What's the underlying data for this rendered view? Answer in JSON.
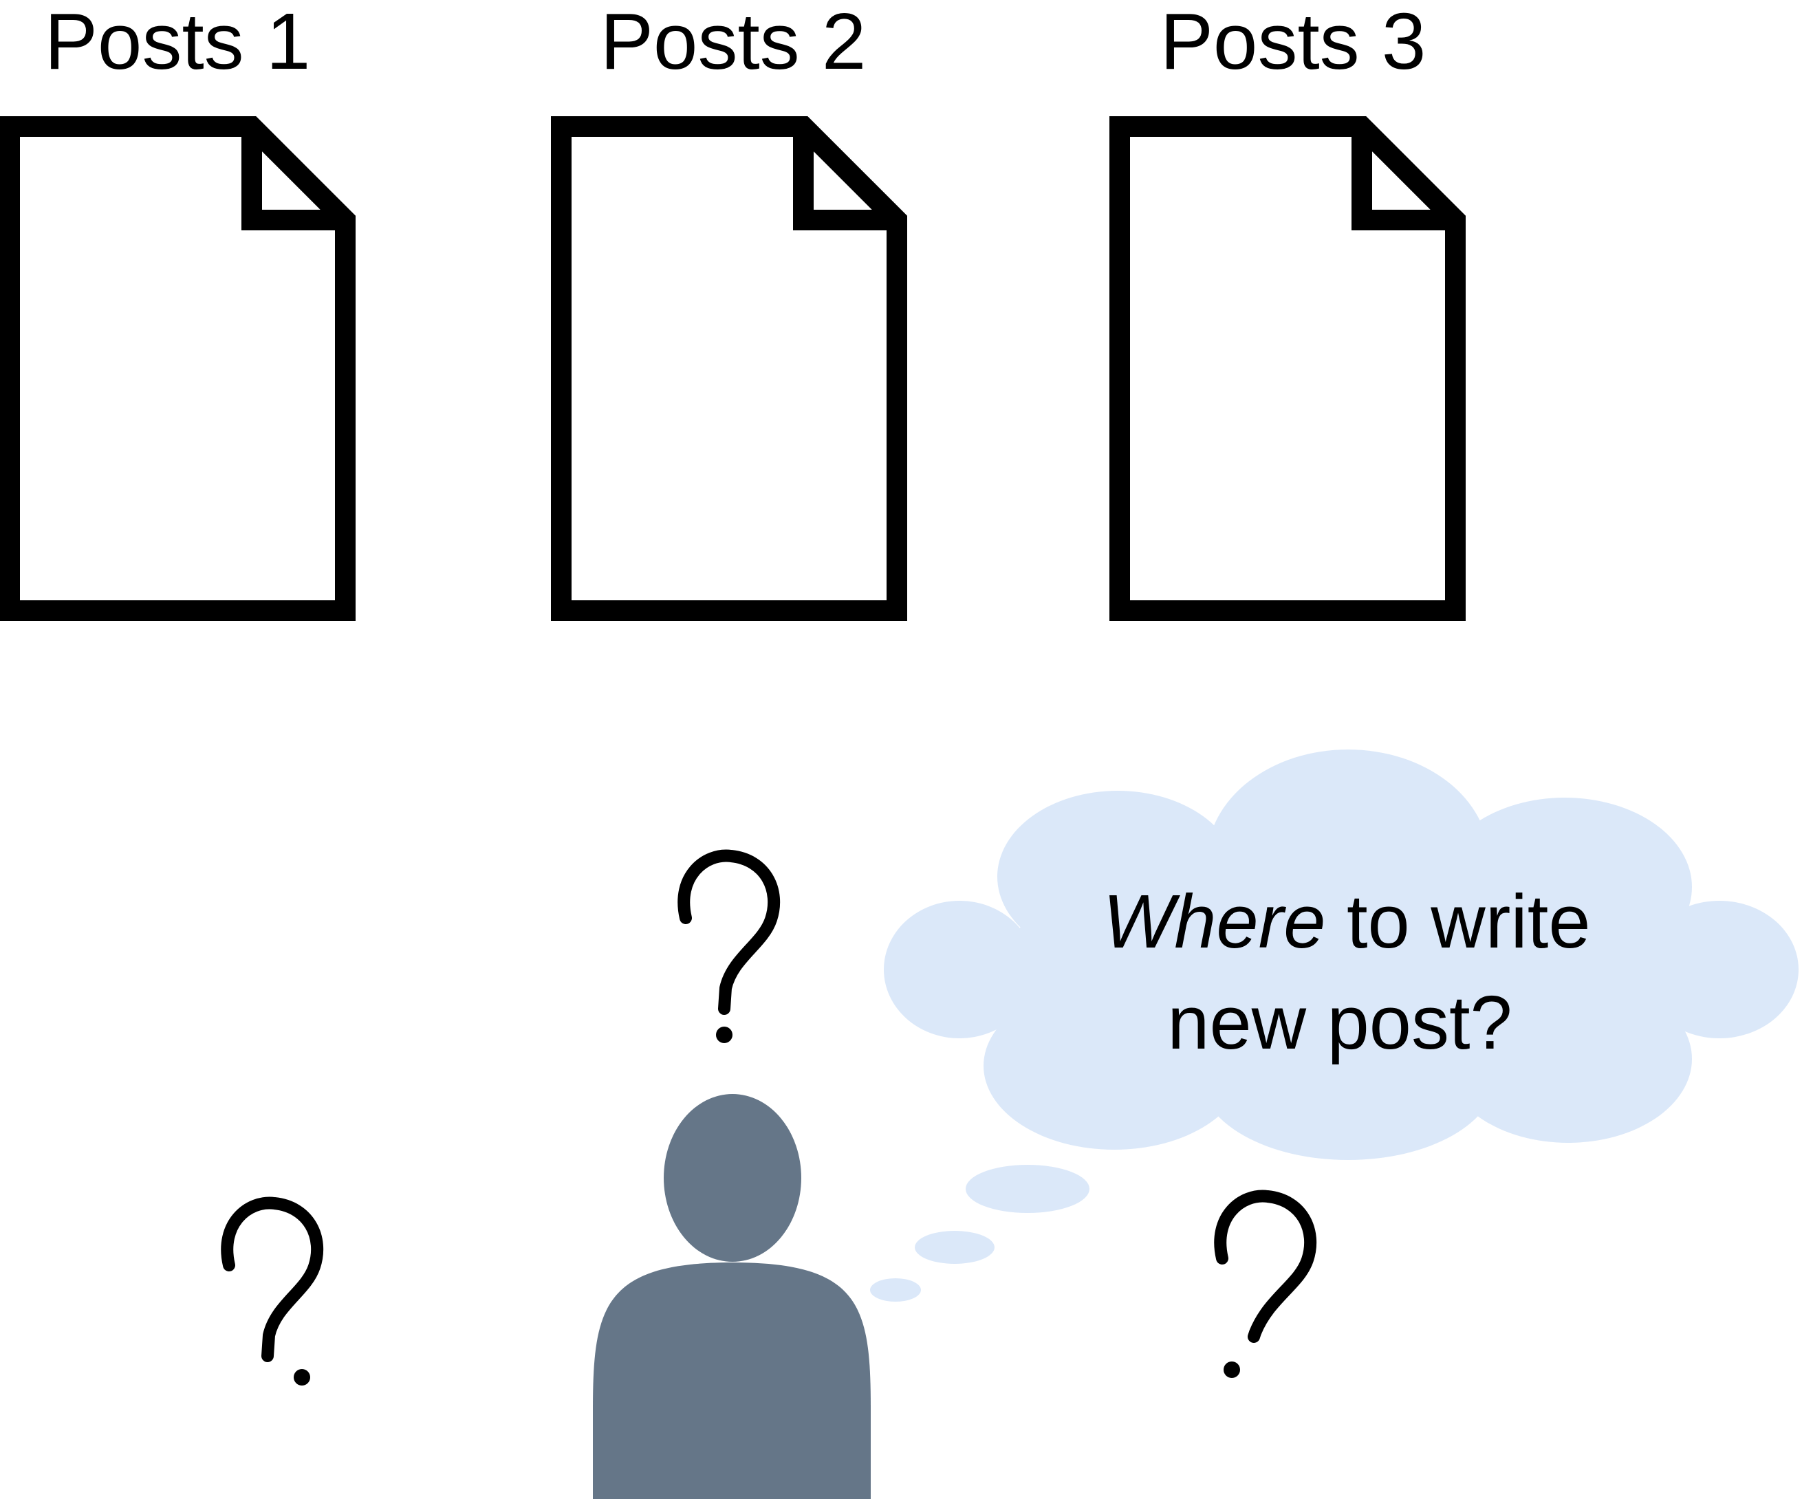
{
  "documents": [
    {
      "label": "Posts 1",
      "icon": "document-icon"
    },
    {
      "label": "Posts 2",
      "icon": "document-icon"
    },
    {
      "label": "Posts 3",
      "icon": "document-icon"
    }
  ],
  "thought": {
    "emphasis": "Where",
    "rest_line1": " to write",
    "line2": "new post?"
  },
  "colors": {
    "cloud": "#dbe8f9",
    "person": "#657688",
    "ink": "#000000"
  },
  "icons": {
    "person": "person-icon",
    "question": "question-mark-icon",
    "cloud": "thought-cloud"
  }
}
